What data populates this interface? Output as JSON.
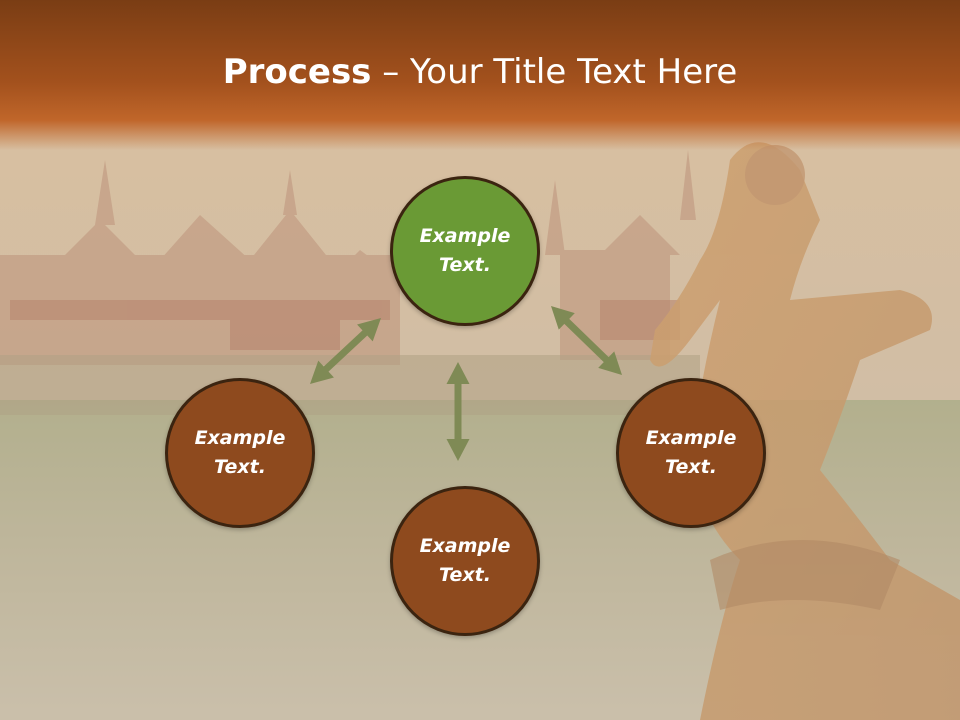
{
  "title": {
    "bold": "Process",
    "rest": " – Your Title Text Here"
  },
  "nodes": {
    "top": {
      "text": "Example Text.",
      "fill": "#6a9a35"
    },
    "left": {
      "text": "Example Text.",
      "fill": "#8e4a1e"
    },
    "right": {
      "text": "Example Text.",
      "fill": "#8e4a1e"
    },
    "bottom": {
      "text": "Example Text.",
      "fill": "#8e4a1e"
    }
  },
  "colors": {
    "arrow": "#7f8a55",
    "node_border": "#3b2410",
    "header": "#a3511d"
  }
}
